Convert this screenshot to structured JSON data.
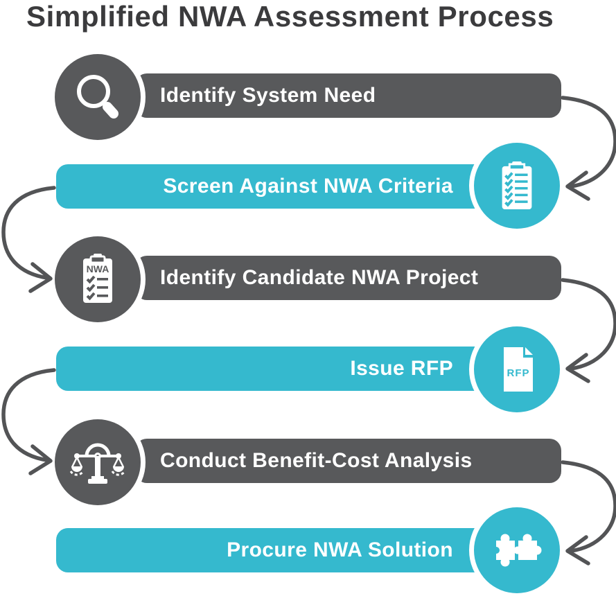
{
  "title": "Simplified NWA Assessment Process",
  "colors": {
    "step_gray": "#58595b",
    "step_teal": "#35b9ce",
    "title_text": "#3b3b3d",
    "arrow_gray": "#535456",
    "label_text": "#ffffff"
  },
  "steps": [
    {
      "label": "Identify System Need",
      "color": "gray",
      "icon": "magnifier-icon",
      "icon_side": "left"
    },
    {
      "label": "Screen Against NWA Criteria",
      "color": "teal",
      "icon": "checklist-icon",
      "icon_side": "right"
    },
    {
      "label": "Identify Candidate NWA Project",
      "color": "gray",
      "icon": "nwa-clipboard-icon",
      "icon_side": "left",
      "icon_text": "NWA"
    },
    {
      "label": "Issue RFP",
      "color": "teal",
      "icon": "rfp-document-icon",
      "icon_side": "right",
      "icon_text": "RFP"
    },
    {
      "label": "Conduct Benefit-Cost Analysis",
      "color": "gray",
      "icon": "scales-icon",
      "icon_side": "left"
    },
    {
      "label": "Procure NWA Solution",
      "color": "teal",
      "icon": "puzzle-icon",
      "icon_side": "right"
    }
  ],
  "connectors": [
    {
      "from": 1,
      "to": 2,
      "side": "right"
    },
    {
      "from": 2,
      "to": 3,
      "side": "left"
    },
    {
      "from": 3,
      "to": 4,
      "side": "right"
    },
    {
      "from": 4,
      "to": 5,
      "side": "left"
    },
    {
      "from": 5,
      "to": 6,
      "side": "right"
    }
  ]
}
